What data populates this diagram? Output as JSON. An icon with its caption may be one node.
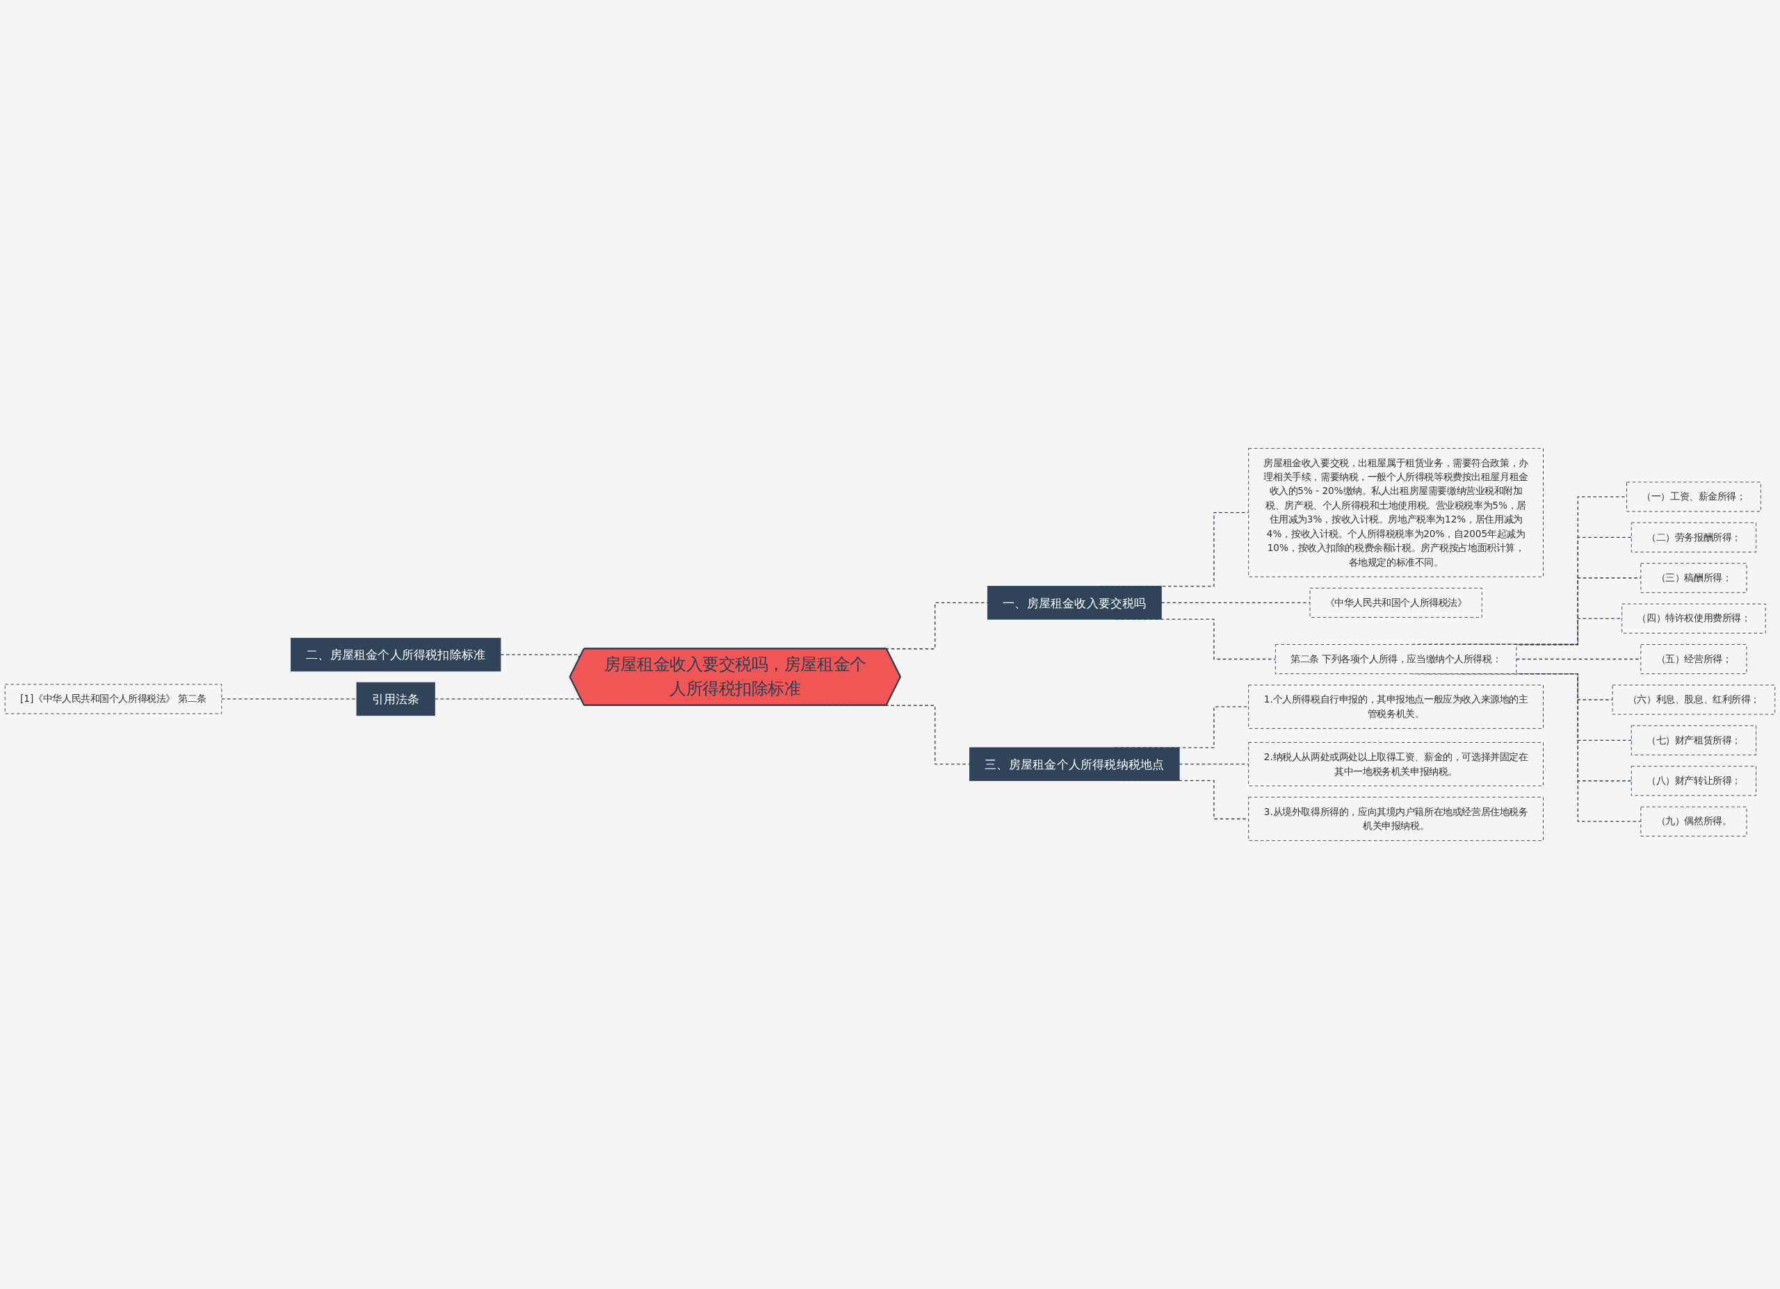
{
  "diagram": {
    "nodes": [
      {
        "text": [
          "房屋租金收入要交税吗，房屋租金个人所得税扣除标准"
        ]
      },
      {
        "text": [
          "一、房屋租金收入要交税吗"
        ]
      },
      {
        "text": [
          "房屋租金收入要交税，出租屋属于租赁业务，需要符合政策，办理相关手续，需要纳税，一般个人所得税等税费按出租屋月租金收入的5% - 20%缴纳。私人出租房屋需要缴纳营业税和附加税、房产税、个人所得税和土地使用税。营业税税率为5%，居住用减为3%，按收入计税。房地产税率为12%，居住用减为4%，按收入计税。个人所得税税率为20%，自2005年起减为10%，按收入扣除的税费余额计税。房产税按占地面积计算，各地规定的标准不同。"
        ]
      },
      {
        "text": [
          "《中华人民共和国个人所得税法》"
        ]
      },
      {
        "text": [
          "第二条 下列各项个人所得，应当缴纳个人所得税："
        ]
      },
      {
        "text": [
          "（一）工资、薪金所得；"
        ]
      },
      {
        "text": [
          "（二）劳务报酬所得；"
        ]
      },
      {
        "text": [
          "（三）稿酬所得；"
        ]
      },
      {
        "text": [
          "（四）特许权使用费所得；"
        ]
      },
      {
        "text": [
          "（五）经营所得；"
        ]
      },
      {
        "text": [
          "（六）利息、股息、红利所得；"
        ]
      },
      {
        "text": [
          "（七）财产租赁所得；"
        ]
      },
      {
        "text": [
          "（八）财产转让所得；"
        ]
      },
      {
        "text": [
          "（九）偶然所得。"
        ]
      },
      {
        "text": [
          "三、房屋租金个人所得税纳税地点"
        ]
      },
      {
        "text": [
          "1.个人所得税自行申报的，其申报地点一般应为收入来源地的主管税务机关。"
        ]
      },
      {
        "text": [
          "2.纳税人从两处或两处以上取得工资、薪金的，可选择并固定在其中一地税务机关申报纳税。"
        ]
      },
      {
        "text": [
          "3.从境外取得所得的，应向其境内户籍所在地或经营居住地税务机关申报纳税。"
        ]
      },
      {
        "text": [
          "二、房屋租金个人所得税扣除标准"
        ]
      },
      {
        "text": [
          "引用法条"
        ]
      },
      {
        "text": [
          "[1]《中华人民共和国个人所得税法》 第二条"
        ]
      }
    ],
    "edges": [
      {
        "from": 0,
        "to": 1,
        "arrow": "none",
        "style": "dashed"
      },
      {
        "from": 1,
        "to": 2,
        "arrow": "none",
        "style": "dashed"
      },
      {
        "from": 1,
        "to": 3,
        "arrow": "none",
        "style": "dashed"
      },
      {
        "from": 1,
        "to": 4,
        "arrow": "none",
        "style": "dashed"
      },
      {
        "from": 4,
        "to": 5,
        "arrow": "none",
        "style": "dashed"
      },
      {
        "from": 4,
        "to": 6,
        "arrow": "none",
        "style": "dashed"
      },
      {
        "from": 4,
        "to": 7,
        "arrow": "none",
        "style": "dashed"
      },
      {
        "from": 4,
        "to": 8,
        "arrow": "none",
        "style": "dashed"
      },
      {
        "from": 4,
        "to": 9,
        "arrow": "none",
        "style": "dashed"
      },
      {
        "from": 4,
        "to": 10,
        "arrow": "none",
        "style": "dashed"
      },
      {
        "from": 4,
        "to": 11,
        "arrow": "none",
        "style": "dashed"
      },
      {
        "from": 4,
        "to": 12,
        "arrow": "none",
        "style": "dashed"
      },
      {
        "from": 4,
        "to": 13,
        "arrow": "none",
        "style": "dashed"
      },
      {
        "from": 0,
        "to": 14,
        "arrow": "none",
        "style": "dashed"
      },
      {
        "from": 14,
        "to": 15,
        "arrow": "none",
        "style": "dashed"
      },
      {
        "from": 14,
        "to": 16,
        "arrow": "none",
        "style": "dashed"
      },
      {
        "from": 14,
        "to": 17,
        "arrow": "none",
        "style": "dashed"
      },
      {
        "from": 0,
        "to": 18,
        "arrow": "none",
        "style": "dashed"
      },
      {
        "from": 0,
        "to": 19,
        "arrow": "none",
        "style": "dashed"
      },
      {
        "from": 19,
        "to": 20,
        "arrow": "none",
        "style": "dashed"
      }
    ]
  }
}
